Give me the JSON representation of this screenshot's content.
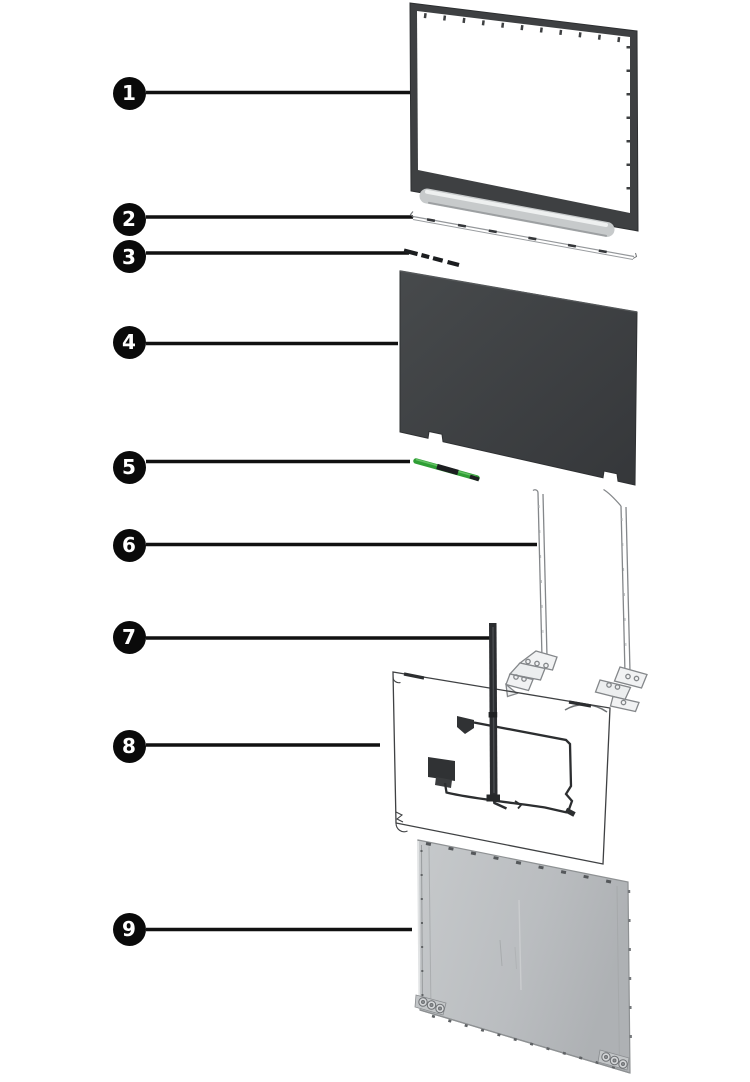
{
  "figure": {
    "callouts": [
      {
        "label": "1",
        "part": "bezel-frame"
      },
      {
        "label": "2",
        "part": "thin-bracket-strip"
      },
      {
        "label": "3",
        "part": "tape-strip"
      },
      {
        "label": "4",
        "part": "display-panel"
      },
      {
        "label": "5",
        "part": "circuit-board"
      },
      {
        "label": "6",
        "part": "hinge-kit"
      },
      {
        "label": "7",
        "part": "display-cable"
      },
      {
        "label": "8",
        "part": "antenna-cable-kit"
      },
      {
        "label": "9",
        "part": "back-cover"
      }
    ],
    "colors": {
      "background": "#ffffff",
      "callout_badge": "#0a0a0a",
      "callout_text": "#ffffff",
      "leader_line": "#111111",
      "bezel": "#3e4042",
      "display_panel": "#3f4143",
      "hinge_cover_silver": "#c7cacb",
      "back_cover": "#bcbfc1",
      "circuit_board_green": "#2f9e35",
      "cable_dark": "#2b2d30",
      "hinge_outline": "#84878a"
    }
  }
}
